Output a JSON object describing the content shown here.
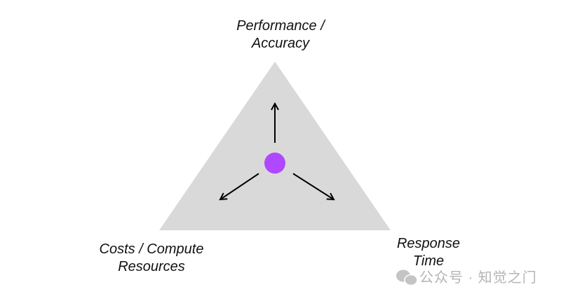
{
  "diagram": {
    "top_label": [
      "Performance /",
      "Accuracy"
    ],
    "left_label": [
      "Costs / Compute",
      "Resources"
    ],
    "right_label": [
      "Response",
      "Time"
    ],
    "colors": {
      "triangle": "#d9d9d9",
      "center_dot": "#b048ff",
      "arrows": "#000000"
    }
  },
  "watermark": {
    "icon": "wechat-icon",
    "text": "公众号 · 知觉之门"
  }
}
